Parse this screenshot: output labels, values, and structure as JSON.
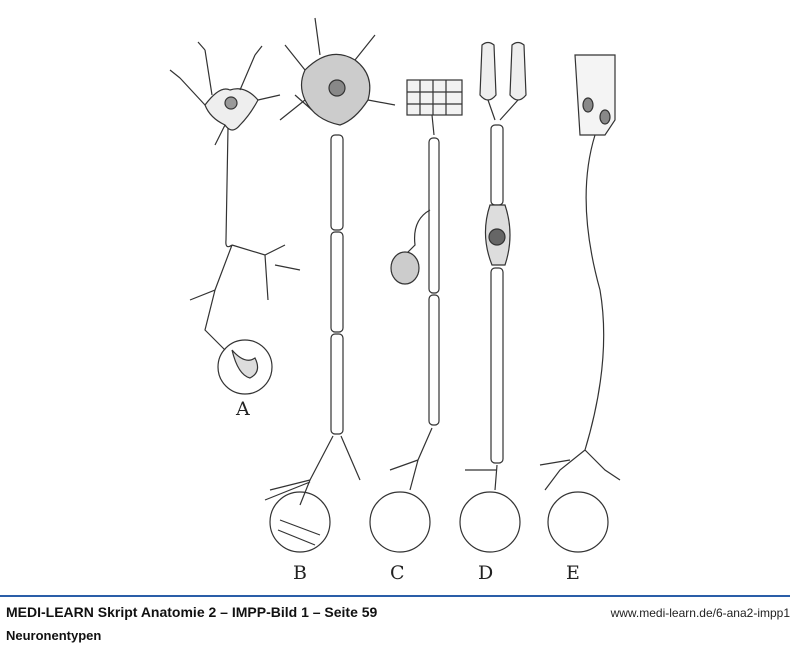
{
  "figure": {
    "labels": [
      "A",
      "B",
      "C",
      "D",
      "E"
    ]
  },
  "footer": {
    "title": "MEDI-LEARN Skript Anatomie 2 – IMPP-Bild 1 – Seite 59",
    "url": "www.medi-learn.de/6-ana2-impp1",
    "subtitle": "Neuronentypen",
    "rule_color": "#2a5ea8"
  }
}
